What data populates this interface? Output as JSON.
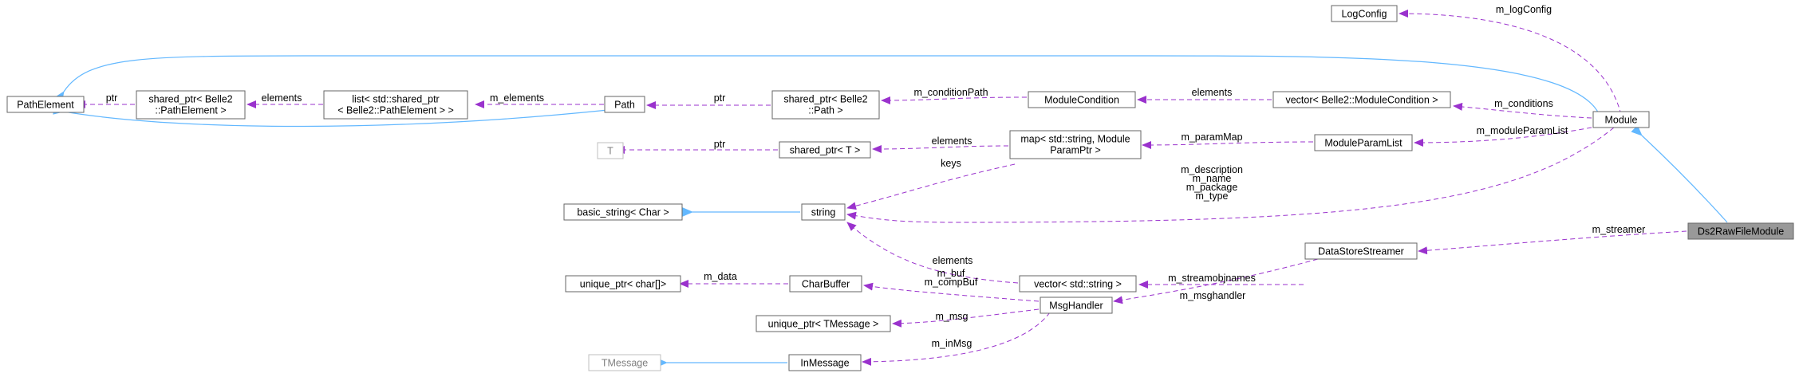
{
  "colors": {
    "usage_edge": "#9a32cd",
    "inheritance_edge": "#63b8ff",
    "focus_node_fill": "#999999",
    "node_border": "#666666",
    "external_node_border": "#bfbfbf"
  },
  "nodes": {
    "PathElement": [
      "PathElement"
    ],
    "sp_PathElement": [
      "shared_ptr< Belle2",
      "::PathElement >"
    ],
    "list_PathElement": [
      "list< std::shared_ptr",
      "< Belle2::PathElement > >"
    ],
    "Path": [
      "Path"
    ],
    "sp_Path": [
      "shared_ptr< Belle2",
      "::Path >"
    ],
    "ModuleCondition": [
      "ModuleCondition"
    ],
    "vector_ModuleCondition": [
      "vector< Belle2::ModuleCondition >"
    ],
    "LogConfig": [
      "LogConfig"
    ],
    "Module": [
      "Module"
    ],
    "Ds2RawFileModule": [
      "Ds2RawFileModule"
    ],
    "T": [
      "T"
    ],
    "sp_T": [
      "shared_ptr< T >"
    ],
    "map_ModuleParamPtr": [
      "map< std::string, Module",
      "ParamPtr >"
    ],
    "ModuleParamList": [
      "ModuleParamList"
    ],
    "basic_string": [
      "basic_string< Char >"
    ],
    "string": [
      "string"
    ],
    "vector_string": [
      "vector< std::string >"
    ],
    "DataStoreStreamer": [
      "DataStoreStreamer"
    ],
    "unique_ptr_char": [
      "unique_ptr< char[]>"
    ],
    "CharBuffer": [
      "CharBuffer"
    ],
    "MsgHandler": [
      "MsgHandler"
    ],
    "unique_ptr_TMessage": [
      "unique_ptr< TMessage >"
    ],
    "TMessage": [
      "TMessage"
    ],
    "InMessage": [
      "InMessage"
    ]
  },
  "edge_labels": {
    "ptr_pathelement": [
      "ptr"
    ],
    "elements_list": [
      "elements"
    ],
    "m_elements": [
      "m_elements"
    ],
    "ptr_path": [
      "ptr"
    ],
    "m_conditionPath": [
      "m_conditionPath"
    ],
    "elements_cond": [
      "elements"
    ],
    "m_logConfig": [
      "m_logConfig"
    ],
    "m_conditions": [
      "m_conditions"
    ],
    "ptr_t": [
      "ptr"
    ],
    "elements_spt": [
      "elements"
    ],
    "m_paramMap": [
      "m_paramMap"
    ],
    "m_moduleParamList": [
      "m_moduleParamList"
    ],
    "keys": [
      "keys"
    ],
    "module_strings": [
      "m_description",
      "m_name",
      "m_package",
      "m_type"
    ],
    "elements_vs": [
      "elements"
    ],
    "m_streamobjnames": [
      "m_streamobjnames"
    ],
    "m_streamer": [
      "m_streamer"
    ],
    "m_msghandler": [
      "m_msghandler"
    ],
    "m_data": [
      "m_data"
    ],
    "m_buf": [
      "m_buf",
      "m_compBuf"
    ],
    "m_msg": [
      "m_msg"
    ],
    "m_inMsg": [
      "m_inMsg"
    ]
  }
}
